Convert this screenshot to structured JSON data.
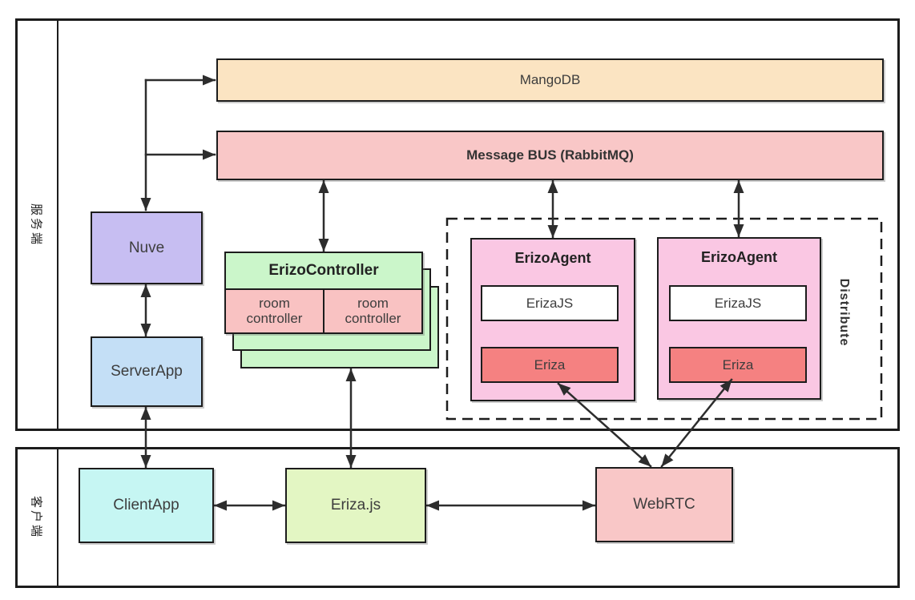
{
  "palette": {
    "border": "#1c1c1c",
    "arrow": "#2d2d2d",
    "mangodb_peach": "#FBE4C2",
    "bus_pink": "#F9C7C7",
    "nuve_purple": "#C7BEF2",
    "serverapp_blue": "#C4DFF6",
    "controller_green": "#CBF6CA",
    "room_pink": "#F9C2C2",
    "agent_pink": "#FAC7E3",
    "erizajs_white": "#FFFFFF",
    "eriza_salmon": "#F58181",
    "clientapp_cyan": "#C6F6F3",
    "erizajs_green": "#E3F6C3",
    "webrtc_pink": "#F9C7C7"
  },
  "sections": {
    "server_label": "服务端",
    "client_label": "客户端"
  },
  "nodes": {
    "mangodb": "MangoDB",
    "message_bus": "Message BUS (RabbitMQ)",
    "nuve": "Nuve",
    "server_app": "ServerApp",
    "erizo_controller": "ErizoController",
    "room_controller_1": "room controller",
    "room_controller_2": "room controller",
    "distribute": "Distribute",
    "erizo_agent_1": "ErizoAgent",
    "eriza_js_1": "ErizaJS",
    "eriza_1": "Eriza",
    "erizo_agent_2": "ErizoAgent",
    "eriza_js_2": "ErizaJS",
    "eriza_2": "Eriza",
    "client_app": "ClientApp",
    "eriza_js_client": "Eriza.js",
    "webrtc": "WebRTC"
  }
}
